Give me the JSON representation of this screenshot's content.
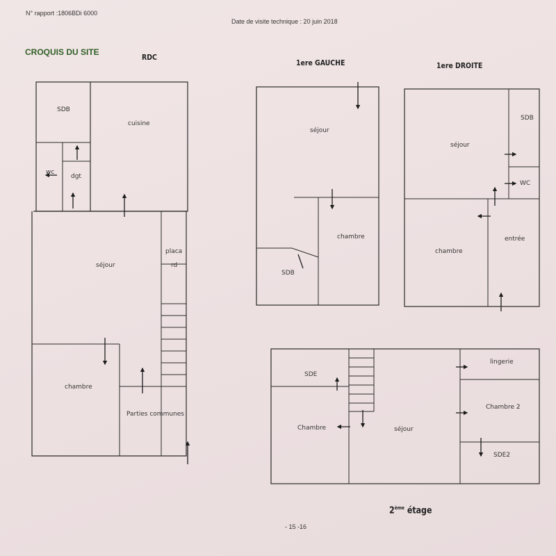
{
  "header": {
    "report_number": "N° rapport :1806BDi 6000",
    "visit_date": "Date de visite technique : 20 juin  2018"
  },
  "title": "CROQUIS DU SITE",
  "plans": {
    "rdc": {
      "label": "RDC",
      "rooms": {
        "sdb": "SDB",
        "cuisine": "cuisine",
        "wc": "wc",
        "dgt": "dgt",
        "sejour": "séjour",
        "placard_1": "placa",
        "placard_2": "rd",
        "chambre": "chambre",
        "parties_communes": "Parties communes"
      }
    },
    "first_left": {
      "label": "1ere GAUCHE",
      "rooms": {
        "sejour": "séjour",
        "chambre": "chambre",
        "sdb": "SDB"
      }
    },
    "first_right": {
      "label": "1ere DROITE",
      "rooms": {
        "sdb": "SDB",
        "sejour": "séjour",
        "wc": "WC",
        "chambre": "chambre",
        "entree": "entrée"
      }
    },
    "second": {
      "label_main": "2",
      "label_sup": "ème",
      "label_suffix": "étage",
      "rooms": {
        "sde": "SDE",
        "chambre": "Chambre",
        "sejour": "séjour",
        "lingerie": "lingerie",
        "chambre2": "Chambre 2",
        "sde2": "SDE2"
      }
    }
  },
  "footer": {
    "page": "- 15 -16"
  }
}
